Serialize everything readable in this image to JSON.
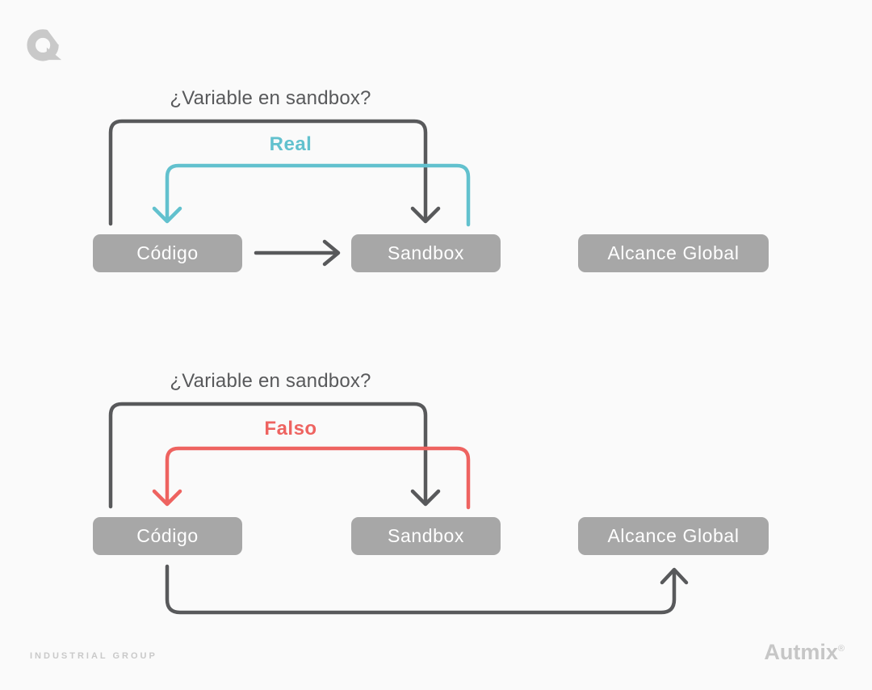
{
  "colors": {
    "background": "#fafafa",
    "arrow_dark": "#58595b",
    "teal": "#62c1ce",
    "red": "#ee6360",
    "box_gray": "#a7a7a7",
    "box_text": "#ffffff",
    "footer_gray": "#c9c9c9"
  },
  "diagrams": [
    {
      "title": "¿Variable en sandbox?",
      "branch": {
        "label": "Real",
        "color": "#62c1ce"
      },
      "boxes": [
        {
          "label": "Código"
        },
        {
          "label": "Sandbox"
        },
        {
          "label": "Alcance Global"
        }
      ]
    },
    {
      "title": "¿Variable en sandbox?",
      "branch": {
        "label": "Falso",
        "color": "#ee6360"
      },
      "boxes": [
        {
          "label": "Código"
        },
        {
          "label": "Sandbox"
        },
        {
          "label": "Alcance Global"
        }
      ]
    }
  ],
  "footer": {
    "left": "INDUSTRIAL GROUP",
    "brand": "Autmix",
    "registered": "®"
  }
}
